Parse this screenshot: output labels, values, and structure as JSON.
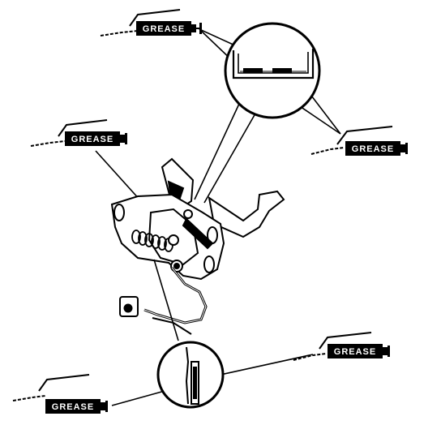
{
  "diagram": {
    "callouts": [
      {
        "id": "gun-top-left",
        "label": "GREASE"
      },
      {
        "id": "gun-right",
        "label": "GREASE"
      },
      {
        "id": "gun-mid-left",
        "label": "GREASE"
      },
      {
        "id": "gun-bottom-right",
        "label": "GREASE"
      },
      {
        "id": "gun-bottom-left",
        "label": "GREASE"
      }
    ],
    "colors": {
      "ink": "#000000",
      "paper": "#ffffff"
    }
  }
}
